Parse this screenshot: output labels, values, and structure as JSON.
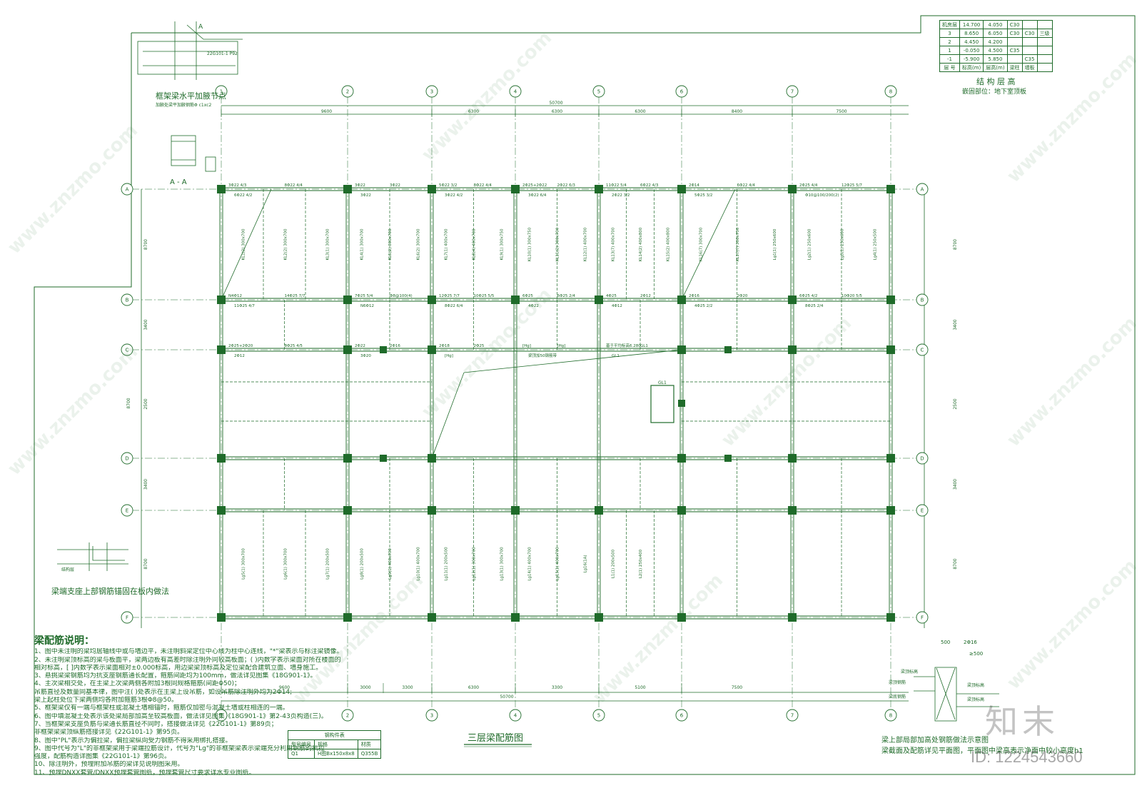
{
  "plan": {
    "title": "三层梁配筋图",
    "axes_top": [
      "1",
      "2",
      "3",
      "4",
      "5",
      "6",
      "7",
      "8"
    ],
    "axes_left": [
      "A",
      "B",
      "C",
      "D",
      "E",
      "F"
    ],
    "dims_top": [
      "9600",
      "6300",
      "6300",
      "6300",
      "8400",
      "7500"
    ],
    "dims_top_total": "50700",
    "dims_bottom": [
      "9600",
      "3000",
      "3300",
      "6300",
      "3300",
      "5100",
      "7500"
    ],
    "dims_bottom_total": "50700",
    "dims_side": [
      "8700",
      "3400",
      "2500",
      "3400",
      "8700"
    ],
    "dims_side_total": "8700"
  },
  "detail_top": {
    "label_a": "A",
    "section_title": "框架梁水平加腋节点",
    "section_sub": "加腋处梁平加腋钢筋Φ c1xc2",
    "ref": "22G101-1 P92",
    "aa_label": "A - A"
  },
  "detail_left": {
    "title": "梁端支座上部钢筋锚固在板内做法",
    "label": "结构层"
  },
  "level_table": {
    "rows": [
      [
        "机房层",
        "14.700",
        "4.050",
        "C30",
        "",
        ""
      ],
      [
        "3",
        "8.650",
        "6.050",
        "C30",
        "C30",
        "三级"
      ],
      [
        "2",
        "4.450",
        "4.200",
        "",
        "",
        ""
      ],
      [
        "1",
        "-0.050",
        "4.500",
        "C35",
        "",
        ""
      ],
      [
        "-1",
        "-5.900",
        "5.850",
        "",
        "C35",
        ""
      ]
    ],
    "footer": [
      "层 号",
      "标高(m)",
      "层高(m)",
      "梁柱",
      "墙板",
      ""
    ],
    "caption": "结 构 层 高",
    "caption2": "嵌固部位：地下室顶板"
  },
  "notes": {
    "title": "梁配筋说明：",
    "items": [
      "1、图中未注明的梁均居轴线中或与墙边平，未注明斜梁定位中心线为柱中心连线，\"*\"梁表示与标注梁镜像。",
      "2、未注明梁顶标高的梁与板面平，梁两边板有高差时除注明外同较高板面；( )内数字表示梁面对所在楼面的",
      "   相对标高，[ ]内数字表示梁面相对±0.000标高，用边梁梁顶标高及定位梁配合建筑立面、墙身施工。",
      "3、悬挑梁梁钢筋均为抗支座钢筋通长配置，箍筋间距均为100mm，做法详见图集《18G901-1》。",
      "4、主次梁相交处，在主梁上次梁两侧各附加3根同规格箍筋(间距Φ50)；",
      "   吊筋直径及数量同基本律，图中注(     )处表示在主梁上设吊筋，如设吊筋除注明外均为2Φ14;",
      "   梁上起柱处位下梁两侧均各附加箍筋3根Φ8@50。",
      "5、框架梁仅有一端与框架柱或混凝土墙相锚时，箍筋仅加密与混凝土墙或柱相连的一端。",
      "6、图中填混凝土处表示该处梁局部加高至较高板面，做法详见图集《18G901-1》第2-43页构造(三)。",
      "7、当框架梁支座负筋与梁通长筋直径不同时，搭接做法详见《22G101-1》第89页；",
      "   非框架梁梁顶纵筋搭接详见《22G101-1》第95页。",
      "8、图中\"PL\"表示为偏拉梁，偏拉梁纵向受力钢筋不得采用绑扎搭接。",
      "9、图中代号为\"L\"的非框架梁用于梁端拉筋设计，代号为\"Lg\"的非框架梁表示梁端充分利用钢筋的抗拉",
      "   强度，配筋构造详图集《22G101-1》第96页。",
      "10、除注明外，预埋附加吊筋的梁详见说明图采用。",
      "11、预埋DNXX套管/DNXX预埋套管图纸，预埋套管尺寸要求详水专业图纸。"
    ]
  },
  "material_table": {
    "title": "钢构件表",
    "headers": [
      "型号编号",
      "规格",
      "材质"
    ],
    "row": [
      "Q1",
      "H图Bx150x8x8",
      "Q355B"
    ]
  },
  "detail_right": {
    "dim1": "500",
    "dim2": "2Φ16",
    "dim3": "≥500",
    "lab1": "梁顶标高",
    "lab2": "梁顶钢筋",
    "lab3": "梁顶标高",
    "lab4": "梁底钢筋",
    "lab5": "梁顶标高",
    "note1": "梁上部局部加高处钢筋做法示意图",
    "note2": "梁截面及配筋详见平面图，平面图中梁高表示净面中较小高度h1"
  },
  "watermarks": {
    "brand": "知末",
    "site": "www.znzmo.com",
    "id": "ID: 1224543660"
  },
  "beam_labels": [
    "KL1(2) 300x700",
    "KL2(2) 300x700",
    "KL3(1) 300x700",
    "KL4(1) 300x700",
    "KL5(2) 300x700",
    "KL6(2) 300x700",
    "KL7(1) 400x700",
    "KL8(4) 400x700",
    "KL9(1) 300x750",
    "KL10(1) 300x750",
    "KL11(2) 300x700",
    "KL12(1) 400x700",
    "KL13(7) 400x700",
    "KL14(2) 400x800",
    "KL15(2) 400x800",
    "KL16(7) 300x700",
    "KL17(7) 300x750",
    "Lg1(1) 250x600",
    "Lg2(1) 250x600",
    "Lg3(1) 250x600",
    "Lg4(1) 250x500",
    "Lg5(1) 300x700",
    "Lg6(1) 300x700",
    "Lg7(1) 200x500",
    "Lg8(1) 200x500",
    "Lg9(1) 400x700",
    "Lg10(1) 400x700",
    "Lg11(1) 200x500",
    "Lg12(1) 300x700",
    "Lg13(1) 300x700",
    "Lg14(1) 400x700",
    "Lg15(1) 400x700",
    "Lg16(1A)",
    "L1(1) 200x500",
    "L2(1) 250x400"
  ],
  "rebar_labels": [
    "3Φ22 4/3",
    "8Φ22 4/4",
    "6Φ22 4/2",
    "3Φ22",
    "3Φ22",
    "3Φ22",
    "5Φ22 3/2",
    "8Φ22 4/4",
    "3Φ22 4/2",
    "2Φ25+2Φ22",
    "2Φ22 6/3",
    "3Φ22 6/4",
    "11Φ22 5/4",
    "6Φ22 4/3",
    "2Φ22 3/2",
    "2Φ14",
    "6Φ22 4/4",
    "5Φ25 3/2",
    "2Φ25 4/4",
    "12Φ25 5/7",
    "Φ10@100/200(2)",
    "N4Φ12",
    "14Φ25 7/7",
    "11Φ25 4/7",
    "7Φ25 5/4",
    "Φ8@100(4)",
    "N6Φ12",
    "12Φ25 7/7",
    "10Φ25 5/5",
    "8Φ22 6/4",
    "6Φ25",
    "6Φ25 2/4",
    "4Φ22",
    "4Φ25",
    "2Φ12",
    "4Φ12",
    "2Φ16",
    "2Φ20",
    "4Φ25 2/2",
    "6Φ25 4/2",
    "10Φ20 5/5",
    "8Φ25 2/4",
    "2Φ25+2Φ20",
    "8Φ25 4/5",
    "2Φ12",
    "2Φ22",
    "2Φ16",
    "3Φ20",
    "2Φ18",
    "2Φ25",
    "[Hg]",
    "[Hg]",
    "[Hg]",
    "梁顶加50钢筋带",
    "基于平均标高6.280",
    "GL1",
    "GL1"
  ]
}
